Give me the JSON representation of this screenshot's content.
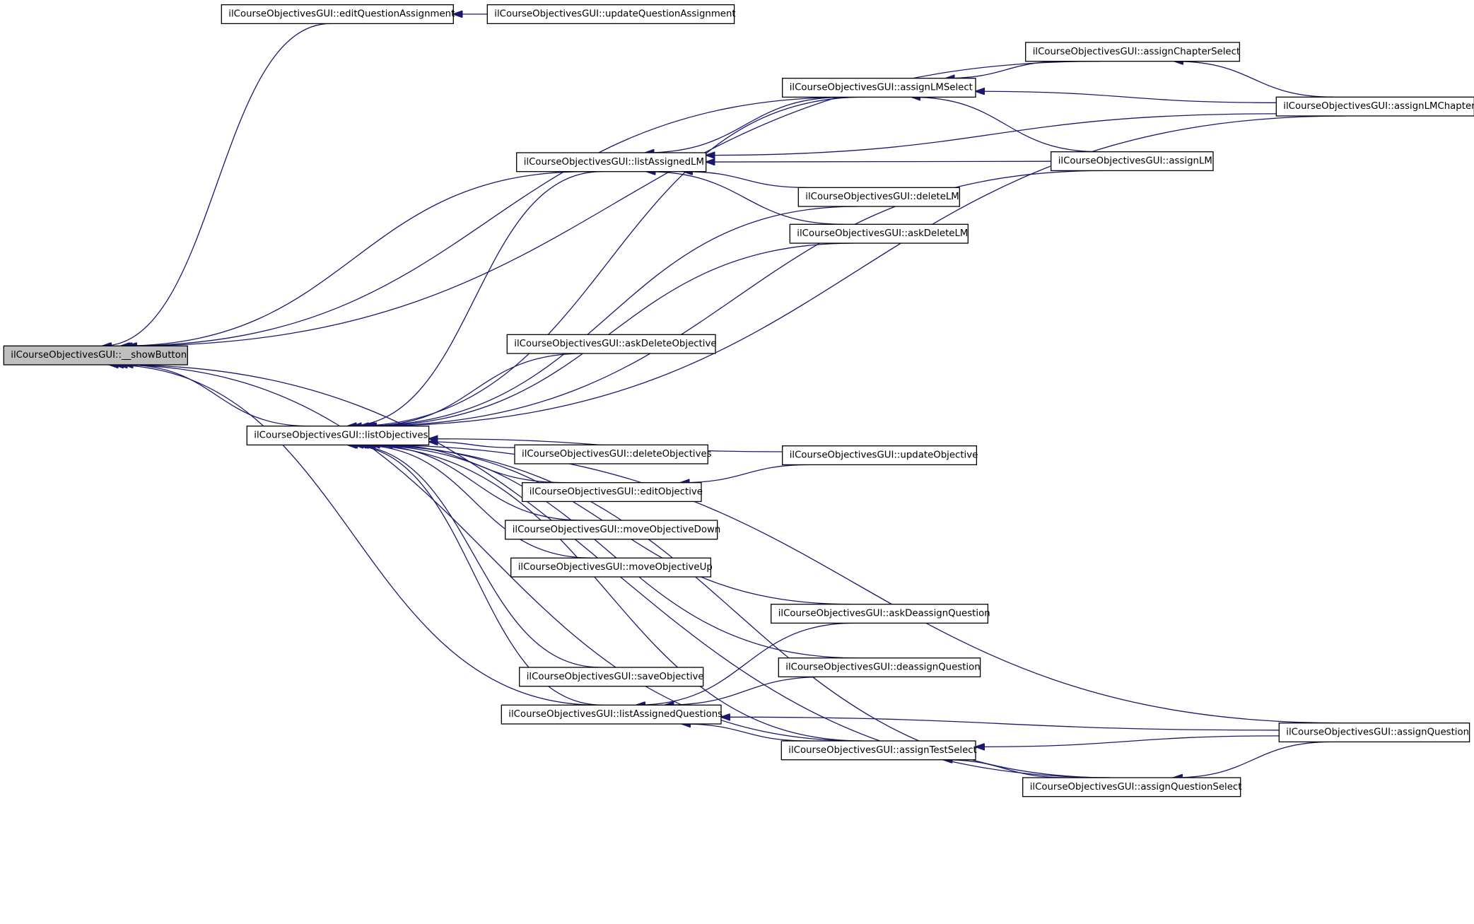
{
  "diagram": {
    "type": "call-graph",
    "colors": {
      "edge": "#191970",
      "root_fill": "#bfbfbf",
      "node_fill": "#ffffff",
      "node_border": "#000000"
    },
    "nodes": [
      {
        "id": "root",
        "label": "ilCourseObjectivesGUI::__showButton",
        "root": true
      },
      {
        "id": "editQA",
        "label": "ilCourseObjectivesGUI::editQuestionAssignment"
      },
      {
        "id": "updateQA",
        "label": "ilCourseObjectivesGUI::updateQuestionAssignment"
      },
      {
        "id": "chapterSelect",
        "label": "ilCourseObjectivesGUI::assignChapterSelect"
      },
      {
        "id": "lmSelect",
        "label": "ilCourseObjectivesGUI::assignLMSelect"
      },
      {
        "id": "lmChapter",
        "label": "ilCourseObjectivesGUI::assignLMChapter"
      },
      {
        "id": "listLM",
        "label": "ilCourseObjectivesGUI::listAssignedLM"
      },
      {
        "id": "assignLM",
        "label": "ilCourseObjectivesGUI::assignLM"
      },
      {
        "id": "deleteLM",
        "label": "ilCourseObjectivesGUI::deleteLM"
      },
      {
        "id": "askDeleteLM",
        "label": "ilCourseObjectivesGUI::askDeleteLM"
      },
      {
        "id": "askDelObj",
        "label": "ilCourseObjectivesGUI::askDeleteObjective"
      },
      {
        "id": "listObj",
        "label": "ilCourseObjectivesGUI::listObjectives"
      },
      {
        "id": "delObjs",
        "label": "ilCourseObjectivesGUI::deleteObjectives"
      },
      {
        "id": "updObj",
        "label": "ilCourseObjectivesGUI::updateObjective"
      },
      {
        "id": "editObj",
        "label": "ilCourseObjectivesGUI::editObjective"
      },
      {
        "id": "moveDown",
        "label": "ilCourseObjectivesGUI::moveObjectiveDown"
      },
      {
        "id": "moveUp",
        "label": "ilCourseObjectivesGUI::moveObjectiveUp"
      },
      {
        "id": "askDeassign",
        "label": "ilCourseObjectivesGUI::askDeassignQuestion"
      },
      {
        "id": "deassign",
        "label": "ilCourseObjectivesGUI::deassignQuestion"
      },
      {
        "id": "saveObj",
        "label": "ilCourseObjectivesGUI::saveObjective"
      },
      {
        "id": "listQ",
        "label": "ilCourseObjectivesGUI::listAssignedQuestions"
      },
      {
        "id": "assignQ",
        "label": "ilCourseObjectivesGUI::assignQuestion"
      },
      {
        "id": "testSelect",
        "label": "ilCourseObjectivesGUI::assignTestSelect"
      },
      {
        "id": "qSelect",
        "label": "ilCourseObjectivesGUI::assignQuestionSelect"
      }
    ],
    "edges": [
      {
        "from": "editQA",
        "to": "root"
      },
      {
        "from": "updateQA",
        "to": "editQA"
      },
      {
        "from": "chapterSelect",
        "to": "root"
      },
      {
        "from": "lmSelect",
        "to": "root"
      },
      {
        "from": "listLM",
        "to": "root"
      },
      {
        "from": "listObj",
        "to": "root"
      },
      {
        "from": "listQ",
        "to": "root"
      },
      {
        "from": "testSelect",
        "to": "root"
      },
      {
        "from": "qSelect",
        "to": "root"
      },
      {
        "from": "chapterSelect",
        "to": "lmSelect"
      },
      {
        "from": "lmChapter",
        "to": "chapterSelect"
      },
      {
        "from": "lmChapter",
        "to": "lmSelect"
      },
      {
        "from": "assignLM",
        "to": "lmSelect"
      },
      {
        "from": "lmSelect",
        "to": "listLM"
      },
      {
        "from": "lmChapter",
        "to": "listLM"
      },
      {
        "from": "assignLM",
        "to": "listLM"
      },
      {
        "from": "deleteLM",
        "to": "listLM"
      },
      {
        "from": "askDeleteLM",
        "to": "listLM"
      },
      {
        "from": "listLM",
        "to": "listObj"
      },
      {
        "from": "lmSelect",
        "to": "listObj"
      },
      {
        "from": "deleteLM",
        "to": "listObj"
      },
      {
        "from": "askDeleteLM",
        "to": "listObj"
      },
      {
        "from": "assignLM",
        "to": "listObj"
      },
      {
        "from": "lmChapter",
        "to": "listObj"
      },
      {
        "from": "askDelObj",
        "to": "listObj"
      },
      {
        "from": "assignQ",
        "to": "listObj"
      },
      {
        "from": "updObj",
        "to": "listObj"
      },
      {
        "from": "delObjs",
        "to": "listObj"
      },
      {
        "from": "editObj",
        "to": "listObj"
      },
      {
        "from": "moveDown",
        "to": "listObj"
      },
      {
        "from": "moveUp",
        "to": "listObj"
      },
      {
        "from": "askDeassign",
        "to": "listObj"
      },
      {
        "from": "deassign",
        "to": "listObj"
      },
      {
        "from": "saveObj",
        "to": "listObj"
      },
      {
        "from": "listQ",
        "to": "listObj"
      },
      {
        "from": "testSelect",
        "to": "listObj"
      },
      {
        "from": "qSelect",
        "to": "listObj"
      },
      {
        "from": "updObj",
        "to": "editObj"
      },
      {
        "from": "askDeassign",
        "to": "listQ"
      },
      {
        "from": "deassign",
        "to": "listQ"
      },
      {
        "from": "assignQ",
        "to": "listQ"
      },
      {
        "from": "testSelect",
        "to": "listQ"
      },
      {
        "from": "assignQ",
        "to": "testSelect"
      },
      {
        "from": "qSelect",
        "to": "testSelect"
      },
      {
        "from": "assignQ",
        "to": "qSelect"
      }
    ]
  }
}
